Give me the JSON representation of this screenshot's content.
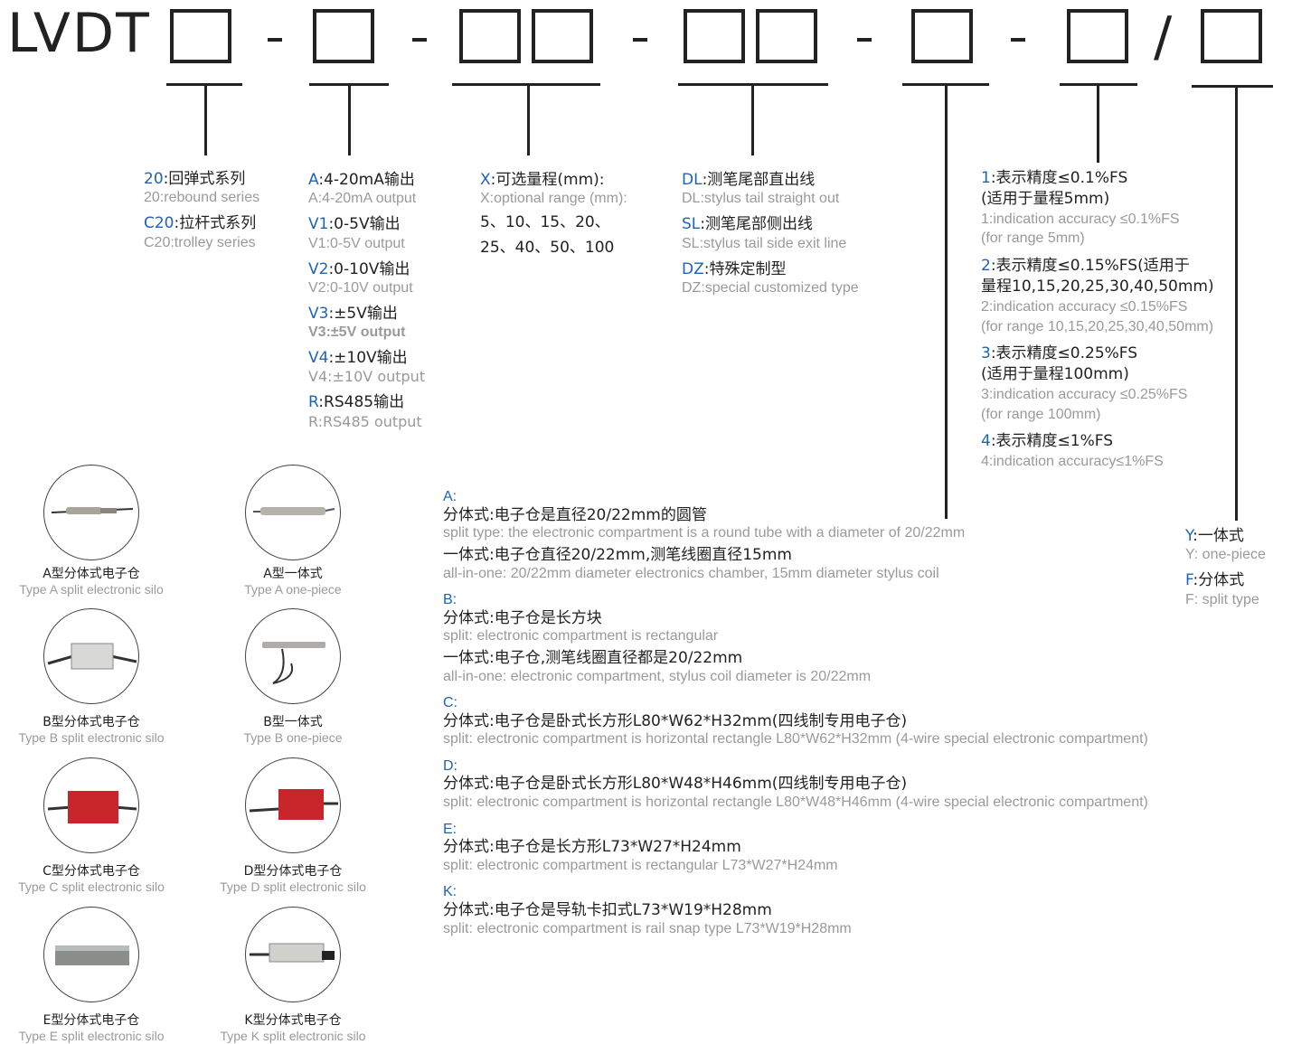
{
  "header": {
    "prefix": "LVDT",
    "sep1": "-",
    "sep2": "-",
    "sep3": "-",
    "sep4": "-",
    "sep5": "-",
    "slash": "/"
  },
  "col1": [
    {
      "key": "20",
      "cn": ":回弹式系列",
      "en": "20:rebound series"
    },
    {
      "key": "C20",
      "cn": ":拉杆式系列",
      "en": "C20:trolley series"
    }
  ],
  "col2": [
    {
      "key": "A",
      "cn": ":4-20mA输出",
      "en": "A:4-20mA output"
    },
    {
      "key": "V1",
      "cn": ":0-5V输出",
      "en": "V1:0-5V output"
    },
    {
      "key": "V2",
      "cn": ":0-10V输出",
      "en": "V2:0-10V output"
    },
    {
      "key": "V3",
      "cn": ":±5V输出",
      "en": "V3:±5V output"
    },
    {
      "key": "V4",
      "cn": ":±10V输出",
      "en": "V4:±10V output"
    },
    {
      "key": "R",
      "cn": ":RS485输出",
      "en": "R:RS485 output"
    }
  ],
  "col3": {
    "key": "X",
    "cn": ":可选量程(mm):",
    "en": "X:optional range (mm):",
    "line1": "5、10、15、20、",
    "line2": "25、40、50、100"
  },
  "col4": [
    {
      "key": "DL",
      "cn": ":测笔尾部直出线",
      "en": "DL:stylus tail straight out"
    },
    {
      "key": "SL",
      "cn": ":测笔尾部侧出线",
      "en": "SL:stylus tail side exit line"
    },
    {
      "key": "DZ",
      "cn": ":特殊定制型",
      "en": "DZ:special customized type"
    }
  ],
  "col6": [
    {
      "key": "1",
      "cn1": ":表示精度≤0.1%FS",
      "cn2": "(适用于量程5mm)",
      "en1": "1:indication accuracy ≤0.1%FS",
      "en2": "(for range 5mm)"
    },
    {
      "key": "2",
      "cn1": ":表示精度≤0.15%FS(适用于",
      "cn2": "量程10,15,20,25,30,40,50mm)",
      "en1": "2:indication accuracy ≤0.15%FS",
      "en2": "(for range 10,15,20,25,30,40,50mm)"
    },
    {
      "key": "3",
      "cn1": ":表示精度≤0.25%FS",
      "cn2": "(适用于量程100mm)",
      "en1": "3:indication accuracy ≤0.25%FS",
      "en2": "(for range 100mm)"
    },
    {
      "key": "4",
      "cn1": ":表示精度≤1%FS",
      "cn2": "",
      "en1": "4:indication accuracy≤1%FS",
      "en2": ""
    }
  ],
  "col7": [
    {
      "key": "Y",
      "cn": ":一体式",
      "en": "Y: one-piece"
    },
    {
      "key": "F",
      "cn": ":分体式",
      "en": "F: split type"
    }
  ],
  "sections": [
    {
      "key": "A:",
      "lines": [
        {
          "cn": "分体式:电子仓是直径20/22mm的圆管",
          "en": "split type: the electronic compartment is a round tube with a diameter of 20/22mm"
        },
        {
          "cn": "一体式:电子仓直径20/22mm,测笔线圈直径15mm",
          "en": "all-in-one: 20/22mm diameter electronics chamber, 15mm diameter stylus coil"
        }
      ]
    },
    {
      "key": "B:",
      "lines": [
        {
          "cn": "分体式:电子仓是长方块",
          "en": "split: electronic compartment is rectangular"
        },
        {
          "cn": "一体式:电子仓,测笔线圈直径都是20/22mm",
          "en": "all-in-one: electronic compartment, stylus coil diameter is 20/22mm"
        }
      ]
    },
    {
      "key": "C:",
      "lines": [
        {
          "cn": "分体式:电子仓是卧式长方形L80*W62*H32mm(四线制专用电子仓)",
          "en": "split: electronic compartment is horizontal rectangle L80*W62*H32mm (4-wire special electronic compartment)"
        }
      ]
    },
    {
      "key": "D:",
      "lines": [
        {
          "cn": "分体式:电子仓是卧式长方形L80*W48*H46mm(四线制专用电子仓)",
          "en": "split: electronic compartment is horizontal rectangle L80*W48*H46mm (4-wire special electronic compartment)"
        }
      ]
    },
    {
      "key": "E:",
      "lines": [
        {
          "cn": "分体式:电子仓是长方形L73*W27*H24mm",
          "en": "split: electronic compartment is rectangular L73*W27*H24mm"
        }
      ]
    },
    {
      "key": "K:",
      "lines": [
        {
          "cn": "分体式:电子仓是导轨卡扣式L73*W19*H28mm",
          "en": "split: electronic compartment is rail snap type L73*W19*H28mm"
        }
      ]
    }
  ],
  "gallery": [
    {
      "cn": "A型分体式电子仓",
      "en": "Type A split electronic silo"
    },
    {
      "cn": "A型一体式",
      "en": "Type A one-piece"
    },
    {
      "cn": "B型分体式电子仓",
      "en": "Type B split electronic silo"
    },
    {
      "cn": "B型一体式",
      "en": "Type B one-piece"
    },
    {
      "cn": "C型分体式电子仓",
      "en": "Type C split electronic silo"
    },
    {
      "cn": "D型分体式电子仓",
      "en": "Type D split electronic silo"
    },
    {
      "cn": "E型分体式电子仓",
      "en": "Type E split electronic silo"
    },
    {
      "cn": "K型分体式电子仓",
      "en": "Type K split electronic silo"
    }
  ],
  "colors": {
    "key": "#1f63b6",
    "text": "#222222",
    "muted": "#9a9a9a",
    "red": "#c8262b"
  }
}
